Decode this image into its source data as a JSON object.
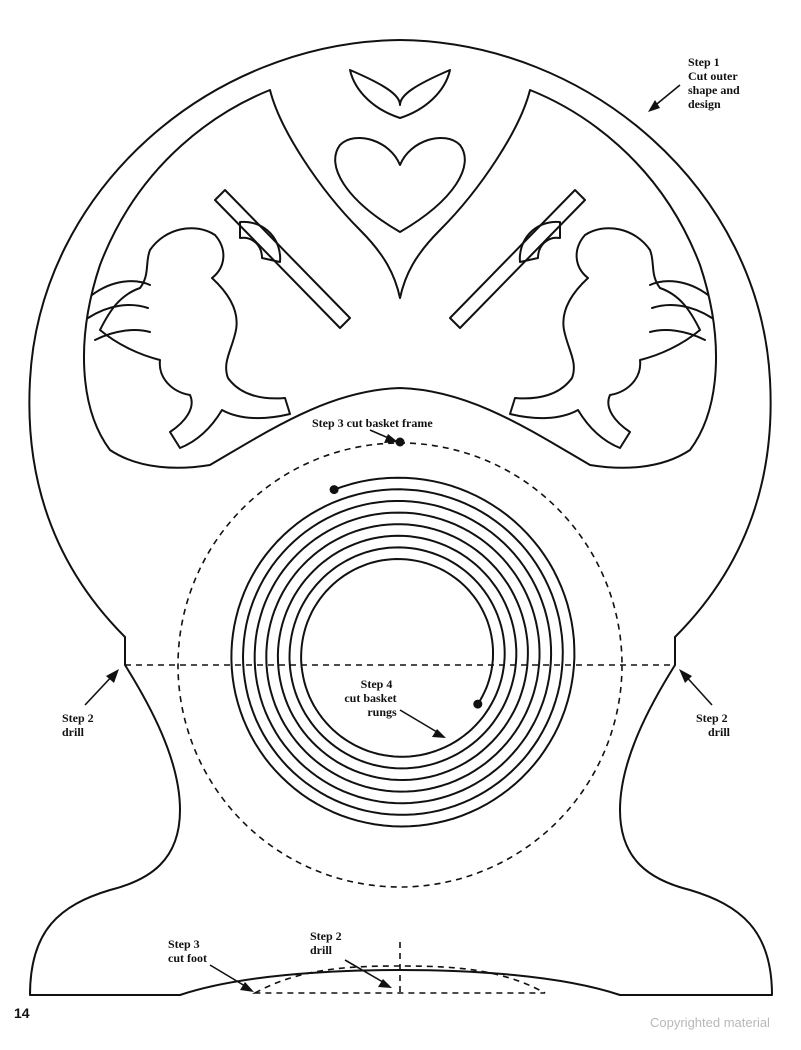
{
  "labels": {
    "step1": [
      "Step 1",
      "Cut outer",
      "shape and",
      "design"
    ],
    "step2_left": [
      "Step 2",
      "drill"
    ],
    "step2_right": [
      "Step 2",
      "drill"
    ],
    "step3_frame": "Step 3 cut basket frame",
    "step4": [
      "Step 4",
      "cut basket",
      "rungs"
    ],
    "step3_foot": [
      "Step 3",
      "cut foot"
    ],
    "step2_bottom": [
      "Step 2",
      "drill"
    ]
  },
  "page_number": "14",
  "copyright": "Copyrighted material",
  "colors": {
    "ink": "#111111",
    "watermark": "#b8b8b8"
  }
}
